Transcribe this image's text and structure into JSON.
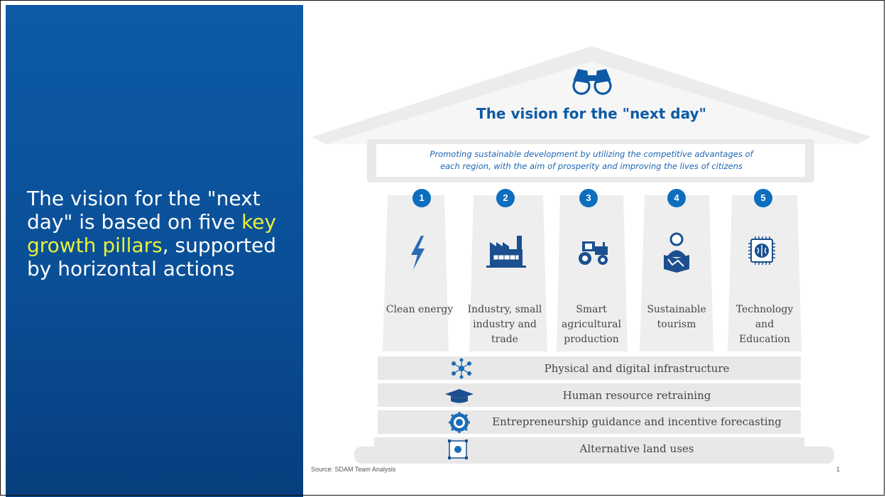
{
  "headline": {
    "part1": "The vision for the \"next day\" is based on five ",
    "highlight": "key growth pillars",
    "part2": ", supported by horizontal actions"
  },
  "vision": {
    "icon": "binoculars-icon",
    "title": "The vision for the \"next day\"",
    "subtitle_line1": "Promoting sustainable development by utilizing the competitive advantages of",
    "subtitle_line2": "each region, with the aim of prosperity and improving the lives of citizens"
  },
  "pillars": [
    {
      "number": "1",
      "icon": "lightning-bolt-icon",
      "line1": "Clean energy",
      "line2": "",
      "line3": ""
    },
    {
      "number": "2",
      "icon": "factory-icon",
      "line1": "Industry, small",
      "line2": "industry and",
      "line3": "trade"
    },
    {
      "number": "3",
      "icon": "tractor-icon",
      "line1": "Smart",
      "line2": "agricultural",
      "line3": "production"
    },
    {
      "number": "4",
      "icon": "tourist-with-map-icon",
      "line1": "Sustainable",
      "line2": "tourism",
      "line3": ""
    },
    {
      "number": "5",
      "icon": "brain-chip-icon",
      "line1": "Technology",
      "line2": "and",
      "line3": "Education"
    }
  ],
  "actions": [
    {
      "icon": "network-nodes-icon",
      "label": "Physical and digital infrastructure"
    },
    {
      "icon": "graduation-cap-icon",
      "label": "Human resource retraining"
    },
    {
      "icon": "gear-icon",
      "label": "Entrepreneurship guidance and incentive forecasting"
    },
    {
      "icon": "land-plot-icon",
      "label": "Alternative land uses"
    }
  ],
  "footer": {
    "source": "Source: SDAM Team Analysis",
    "page_number": "1"
  },
  "colors": {
    "left_panel": "#0a4f97",
    "accent_blue": "#0d6ebf",
    "highlight_yellow": "#e8f03a",
    "structure_grey": "#ececec"
  }
}
